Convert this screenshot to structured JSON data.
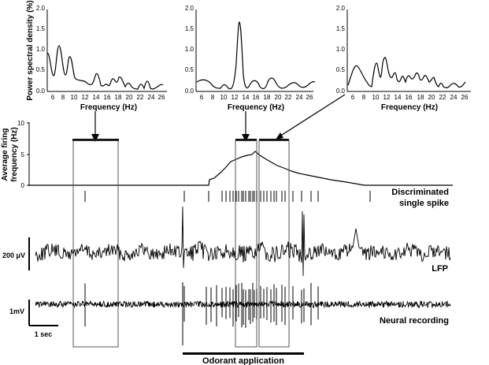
{
  "psd_panels": {
    "ylabel": "Power spectral density (%)",
    "xlabel": "Frequency (Hz)",
    "left": {
      "y_ticks": [
        "0.0",
        "0.5",
        "1.0",
        "1.5",
        "2.0"
      ],
      "x_ticks": [
        "6",
        "8",
        "10",
        "12",
        "14",
        "16",
        "18",
        "20",
        "22",
        "24",
        "26"
      ]
    },
    "middle": {
      "y_ticks": [
        "0.0",
        "0.5",
        "1.0",
        "1.5",
        "2.0"
      ],
      "x_ticks": [
        "6",
        "8",
        "10",
        "12",
        "14",
        "16",
        "18",
        "20",
        "22",
        "24",
        "26"
      ]
    },
    "right": {
      "y_ticks": [
        "0.0",
        "0.5",
        "1.0",
        "1.5",
        "2.0"
      ],
      "x_ticks": [
        "6",
        "8",
        "10",
        "12",
        "14",
        "16",
        "18",
        "20",
        "22",
        "24",
        "26"
      ]
    }
  },
  "firing_panel": {
    "ylabel_line1": "Average firing",
    "ylabel_line2": "frequency (Hz)",
    "y_ticks": [
      "0",
      "5",
      "10"
    ]
  },
  "labels": {
    "spike_line1": "Discriminated",
    "spike_line2": "single spike",
    "lfp": "LFP",
    "lfp_scale": "200 μV",
    "neural": "Neural recording",
    "neural_scale": "1mV",
    "time_scale": "1 sec",
    "odorant": "Odorant application"
  }
}
